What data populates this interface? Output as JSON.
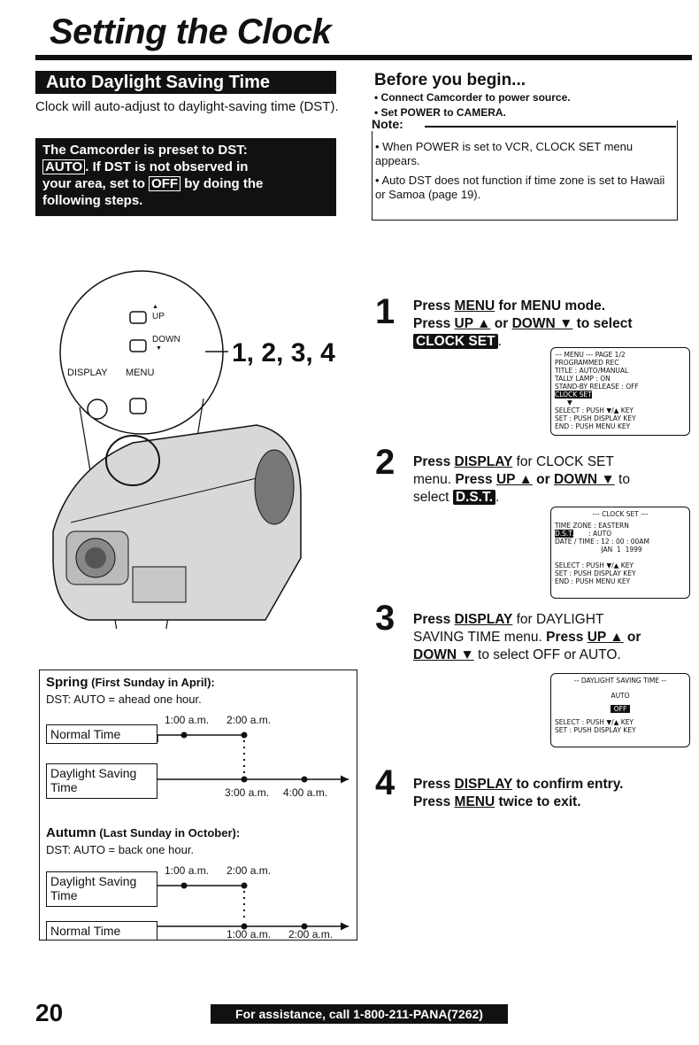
{
  "title": "Setting the Clock",
  "section": {
    "heading": "Auto Daylight Saving Time",
    "intro": "Clock will auto-adjust to daylight-saving time (DST).",
    "preset": {
      "line1": "The Camcorder is preset to DST:",
      "auto_tag": "AUTO",
      "line2_rest": ". If DST is not observed in",
      "line3_a": "your area, set to ",
      "off_tag": "OFF",
      "line3_b": " by doing the",
      "line4": "following steps."
    }
  },
  "before": {
    "heading": "Before you begin...",
    "items": [
      "• Connect Camcorder to power source.",
      "• Set POWER to CAMERA."
    ]
  },
  "note": {
    "label": "Note:",
    "items": [
      "• When POWER is set to VCR, CLOCK SET menu appears.",
      "• Auto DST does not function if time zone is set to Hawaii or Samoa (page 19)."
    ]
  },
  "camera": {
    "btn_up": "UP",
    "btn_down": "DOWN",
    "btn_display": "DISPLAY",
    "btn_menu": "MENU",
    "callout": "1, 2, 3, 4"
  },
  "steps": [
    {
      "num": "1",
      "line1_a": "Press ",
      "line1_key": "MENU",
      "line1_b": " for MENU mode.",
      "line2_a": "Press ",
      "line2_k1": "UP ▲",
      "line2_or": " or ",
      "line2_k2": "DOWN ▼",
      "line2_b": " to select",
      "line3_tag": "CLOCK SET",
      "line3_end": "."
    },
    {
      "num": "2",
      "line1_a": "Press ",
      "line1_key": "DISPLAY",
      "line1_b": " for CLOCK SET",
      "line2_a": "menu. ",
      "line2_press": "Press ",
      "line2_k1": "UP ▲",
      "line2_or": " or ",
      "line2_k2": "DOWN ▼",
      "line2_b": " to",
      "line3_a": "select ",
      "line3_tag": "D.S.T.",
      "line3_end": "."
    },
    {
      "num": "3",
      "line1_a": "Press ",
      "line1_key": "DISPLAY",
      "line1_b": " for DAYLIGHT",
      "line2_a": "SAVING TIME menu. ",
      "line2_press": "Press ",
      "line2_k1": "UP ▲",
      "line2_or": " or",
      "line3_k2": "DOWN ▼",
      "line3_b": " to select OFF or AUTO."
    },
    {
      "num": "4",
      "line1_a": "Press ",
      "line1_key": "DISPLAY",
      "line1_b": " to confirm entry.",
      "line2_a": "Press ",
      "line2_key": "MENU",
      "line2_b": " twice to exit."
    }
  ],
  "osd1": {
    "head": "--- MENU ---   PAGE 1/2",
    "rows": [
      "PROGRAMMED REC",
      "TITLE          : AUTO/MANUAL",
      "TALLY LAMP           : ON",
      "STAND-BY RELEASE   : OFF"
    ],
    "selected": "CLOCK SET",
    "arrow": "▼",
    "foot": [
      "SELECT : PUSH ▼/▲ KEY",
      "SET      : PUSH DISPLAY KEY",
      "END      : PUSH MENU KEY"
    ]
  },
  "osd2": {
    "head": "--- CLOCK SET ---",
    "rows": [
      "TIME ZONE  : EASTERN"
    ],
    "selected": "D.S.T.",
    "sel_val": ": AUTO",
    "rows2": [
      "DATE / TIME  : 12 : 00 : 00AM",
      "                      JAN  1  1999"
    ],
    "foot": [
      "SELECT : PUSH ▼/▲ KEY",
      "SET      : PUSH DISPLAY KEY",
      "END      : PUSH MENU KEY"
    ]
  },
  "osd3": {
    "head": "-- DAYLIGHT SAVING TIME --",
    "opt1": "AUTO",
    "opt2": "OFF",
    "foot": [
      "SELECT : PUSH ▼/▲ KEY",
      "SET      : PUSH DISPLAY KEY"
    ]
  },
  "spring": {
    "head": "Spring",
    "head_sub": " (First Sunday in April):",
    "desc": "DST: AUTO = ahead one hour.",
    "t1": "1:00 a.m.",
    "t2": "2:00 a.m.",
    "normal": "Normal Time",
    "dst1": "Daylight Saving",
    "dst2": "Time",
    "t3": "3:00 a.m.",
    "t4": "4:00 a.m."
  },
  "autumn": {
    "head": "Autumn",
    "head_sub": " (Last Sunday in October):",
    "desc": "DST: AUTO = back one hour.",
    "t1": "1:00 a.m.",
    "t2": "2:00 a.m.",
    "dst1": "Daylight Saving",
    "dst2": "Time",
    "normal": "Normal Time",
    "t3": "1:00 a.m.",
    "t4": "2:00 a.m."
  },
  "footer": {
    "page": "20",
    "assist": "For assistance, call 1-800-211-PANA(7262)"
  }
}
